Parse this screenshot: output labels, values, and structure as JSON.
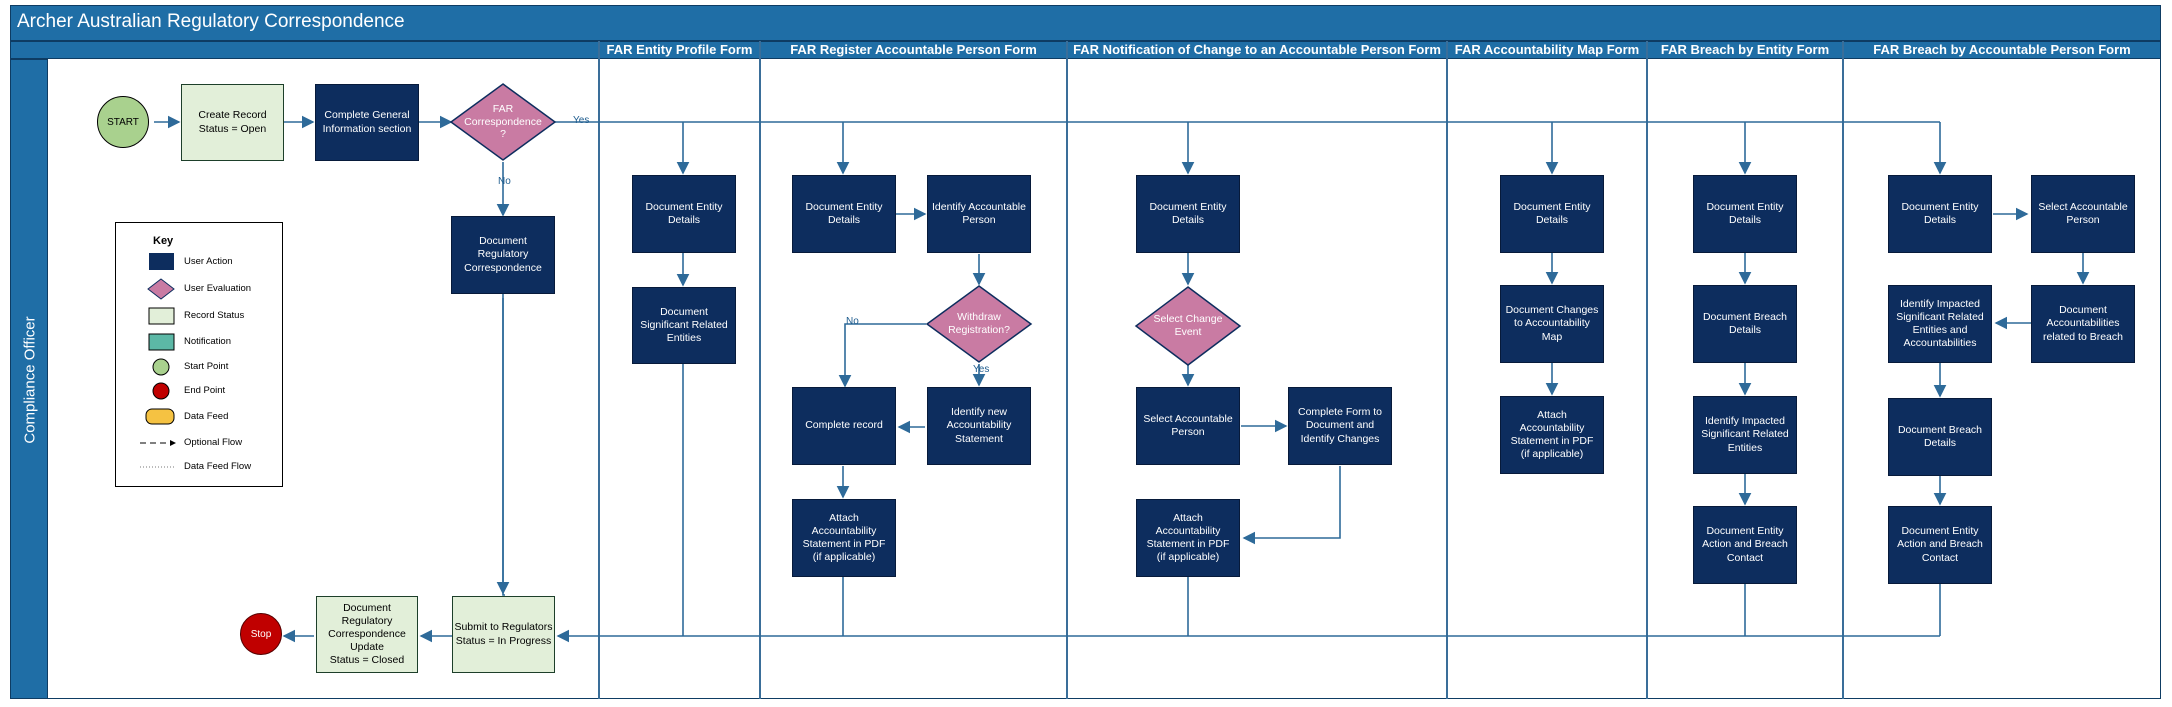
{
  "title": "Archer Australian Regulatory Correspondence",
  "lane": "Compliance Officer",
  "columns": [
    "FAR Entity Profile Form",
    "FAR Register Accountable Person Form",
    "FAR Notification of Change to an Accountable Person Form",
    "FAR Accountability Map Form",
    "FAR Breach by Entity Form",
    "FAR Breach by Accountable Person Form"
  ],
  "nodes": {
    "start": "START",
    "stop": "Stop",
    "create_record": "Create Record\nStatus = Open",
    "complete_general": "Complete General\nInformation section",
    "far_decision": "FAR\nCorrespondence\n?",
    "document_regulatory": "Document\nRegulatory\nCorrespondence",
    "submit": "Submit to Regulators\nStatus = In Progress",
    "doc_update": "Document Regulatory\nCorrespondence\nUpdate\nStatus = Closed",
    "ep_entity": "Document Entity\nDetails",
    "ep_related": "Document\nSignificant Related\nEntities",
    "rap_entity": "Document Entity\nDetails",
    "rap_identify": "Identify Accountable\nPerson",
    "rap_withdraw": "Withdraw\nRegistration?",
    "rap_new_statement": "Identify new\nAccountability\nStatement",
    "rap_complete": "Complete record",
    "rap_attach": "Attach\nAccountability\nStatement in PDF\n(if applicable)",
    "noc_entity": "Document Entity\nDetails",
    "noc_change": "Select Change\nEvent",
    "noc_select_person": "Select Accountable\nPerson",
    "noc_complete_form": "Complete Form to\nDocument and\nIdentify Changes",
    "noc_attach": "Attach\nAccountability\nStatement in PDF\n(if applicable)",
    "am_entity": "Document Entity\nDetails",
    "am_changes": "Document Changes\nto Accountability\nMap",
    "am_attach": "Attach\nAccountability\nStatement in PDF\n(if applicable)",
    "be_entity": "Document Entity\nDetails",
    "be_breach": "Document Breach\nDetails",
    "be_impacted": "Identify Impacted\nSignificant Related\nEntities",
    "be_action": "Document Entity\nAction and Breach\nContact",
    "bp_entity": "Document Entity\nDetails",
    "bp_select": "Select Accountable\nPerson",
    "bp_accountabilities": "Document\nAccountabilities\nrelated to Breach",
    "bp_impacted": "Identify Impacted\nSignificant Related\nEntities and\nAccountabilities",
    "bp_breach": "Document Breach\nDetails",
    "bp_action": "Document Entity\nAction and Breach\nContact"
  },
  "labels": {
    "yes": "Yes",
    "no": "No"
  },
  "key": {
    "title": "Key",
    "items": [
      "User Action",
      "User Evaluation",
      "Record Status",
      "Notification",
      "Start Point",
      "End Point",
      "Data Feed",
      "Optional Flow",
      "Data Feed Flow"
    ]
  },
  "colors": {
    "header": "#1f6ea6",
    "action": "#0d2d5e",
    "evaluation": "#c97ba3",
    "record": "#e2efd9",
    "notification": "#5cb8a6",
    "start": "#a9d18e",
    "end": "#c00000",
    "datafeed": "#f5c242",
    "flow": "#2e6a99"
  }
}
